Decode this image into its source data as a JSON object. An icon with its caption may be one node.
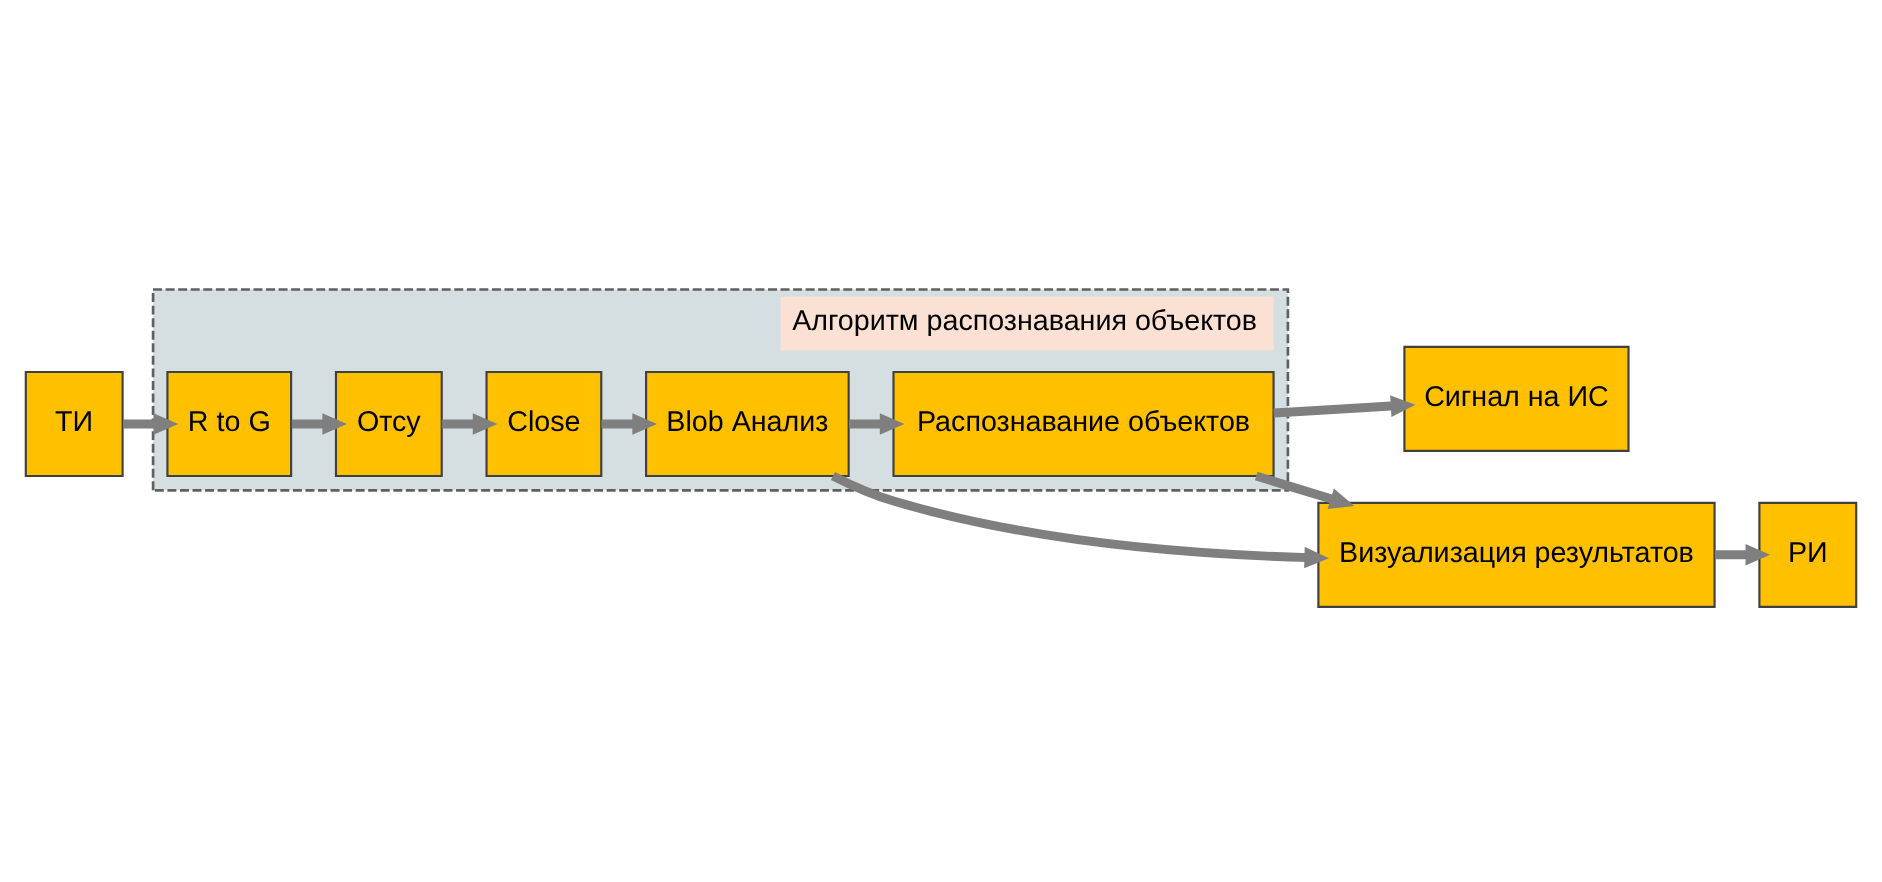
{
  "diagram": {
    "nodes": [
      {
        "text": [
          "Алгоритм распознавания объектов"
        ]
      },
      {
        "text": [
          "ТИ"
        ]
      },
      {
        "text": [
          "R to G"
        ],
        "in": 0
      },
      {
        "text": [
          "Отсу"
        ],
        "in": 0
      },
      {
        "text": [
          "Close"
        ],
        "in": 0
      },
      {
        "text": [
          "Blob Анализ"
        ],
        "in": 0
      },
      {
        "text": [
          "Распознавание объектов"
        ],
        "in": 0
      },
      {
        "text": [
          "Сигнал на ИС"
        ]
      },
      {
        "text": [
          "Визуализация результатов"
        ]
      },
      {
        "text": [
          "РИ"
        ]
      }
    ],
    "edges": [
      {
        "from": 1,
        "to": 2,
        "arrow": "to"
      },
      {
        "from": 2,
        "to": 3,
        "arrow": "to"
      },
      {
        "from": 3,
        "to": 4,
        "arrow": "to"
      },
      {
        "from": 4,
        "to": 5,
        "arrow": "to"
      },
      {
        "from": 5,
        "to": 6,
        "arrow": "to"
      },
      {
        "from": 5,
        "to": 8,
        "arrow": "to"
      },
      {
        "from": 6,
        "to": 8,
        "arrow": "to"
      },
      {
        "from": 6,
        "to": 7,
        "arrow": "to"
      },
      {
        "from": 8,
        "to": 9,
        "arrow": "to"
      }
    ]
  }
}
